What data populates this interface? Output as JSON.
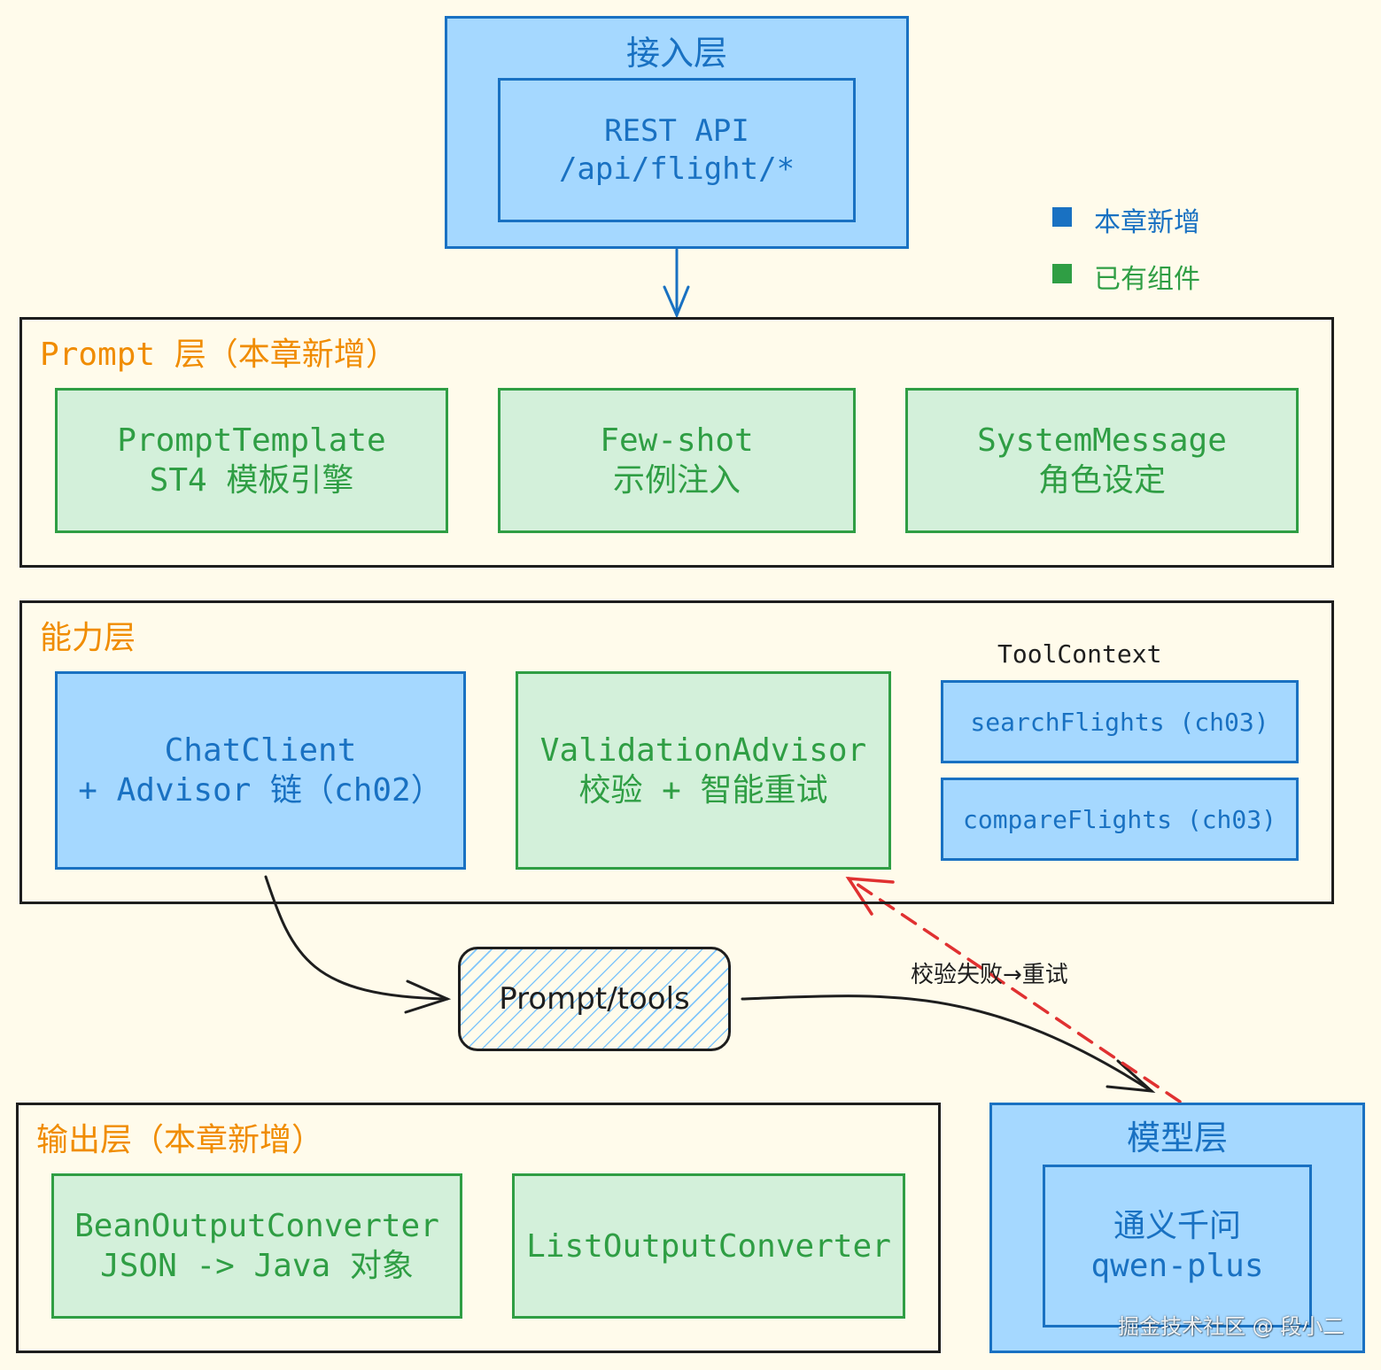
{
  "colors": {
    "background": "#fffbeb",
    "blue_fill": "#a5d8ff",
    "blue_stroke": "#1971c2",
    "green_fill": "#d3f0da",
    "green_stroke": "#2f9e44",
    "orange_text": "#f08c00",
    "dark_stroke": "#1e1e1e",
    "red_dashed": "#e03131"
  },
  "legend": {
    "new_label": "本章新增",
    "existing_label": "已有组件"
  },
  "access_layer": {
    "title": "接入层",
    "rest_api": {
      "line1": "REST API",
      "line2": "/api/flight/*"
    }
  },
  "prompt_layer": {
    "title": "Prompt 层（本章新增）",
    "boxes": [
      {
        "line1": "PromptTemplate",
        "line2": "ST4 模板引擎"
      },
      {
        "line1": "Few-shot",
        "line2": "示例注入"
      },
      {
        "line1": "SystemMessage",
        "line2": "角色设定"
      }
    ]
  },
  "capability_layer": {
    "title": "能力层",
    "chat_client": {
      "line1": "ChatClient",
      "line2": "+ Advisor 链（ch02）"
    },
    "validation": {
      "line1": "ValidationAdvisor",
      "line2": "校验 + 智能重试"
    },
    "tool_context": {
      "title": "ToolContext",
      "tools": [
        "searchFlights (ch03)",
        "compareFlights (ch03)"
      ]
    }
  },
  "flow": {
    "prompt_node": "Prompt/tools",
    "retry_label": "校验失败→重试"
  },
  "output_layer": {
    "title": "输出层（本章新增）",
    "bean": {
      "line1": "BeanOutputConverter",
      "line2": "JSON -> Java 对象"
    },
    "list": {
      "line1": "ListOutputConverter"
    }
  },
  "model_layer": {
    "title": "模型层",
    "model": {
      "line1": "通义千问",
      "line2": "qwen-plus"
    }
  },
  "watermark": "掘金技术社区 @ 段小二"
}
